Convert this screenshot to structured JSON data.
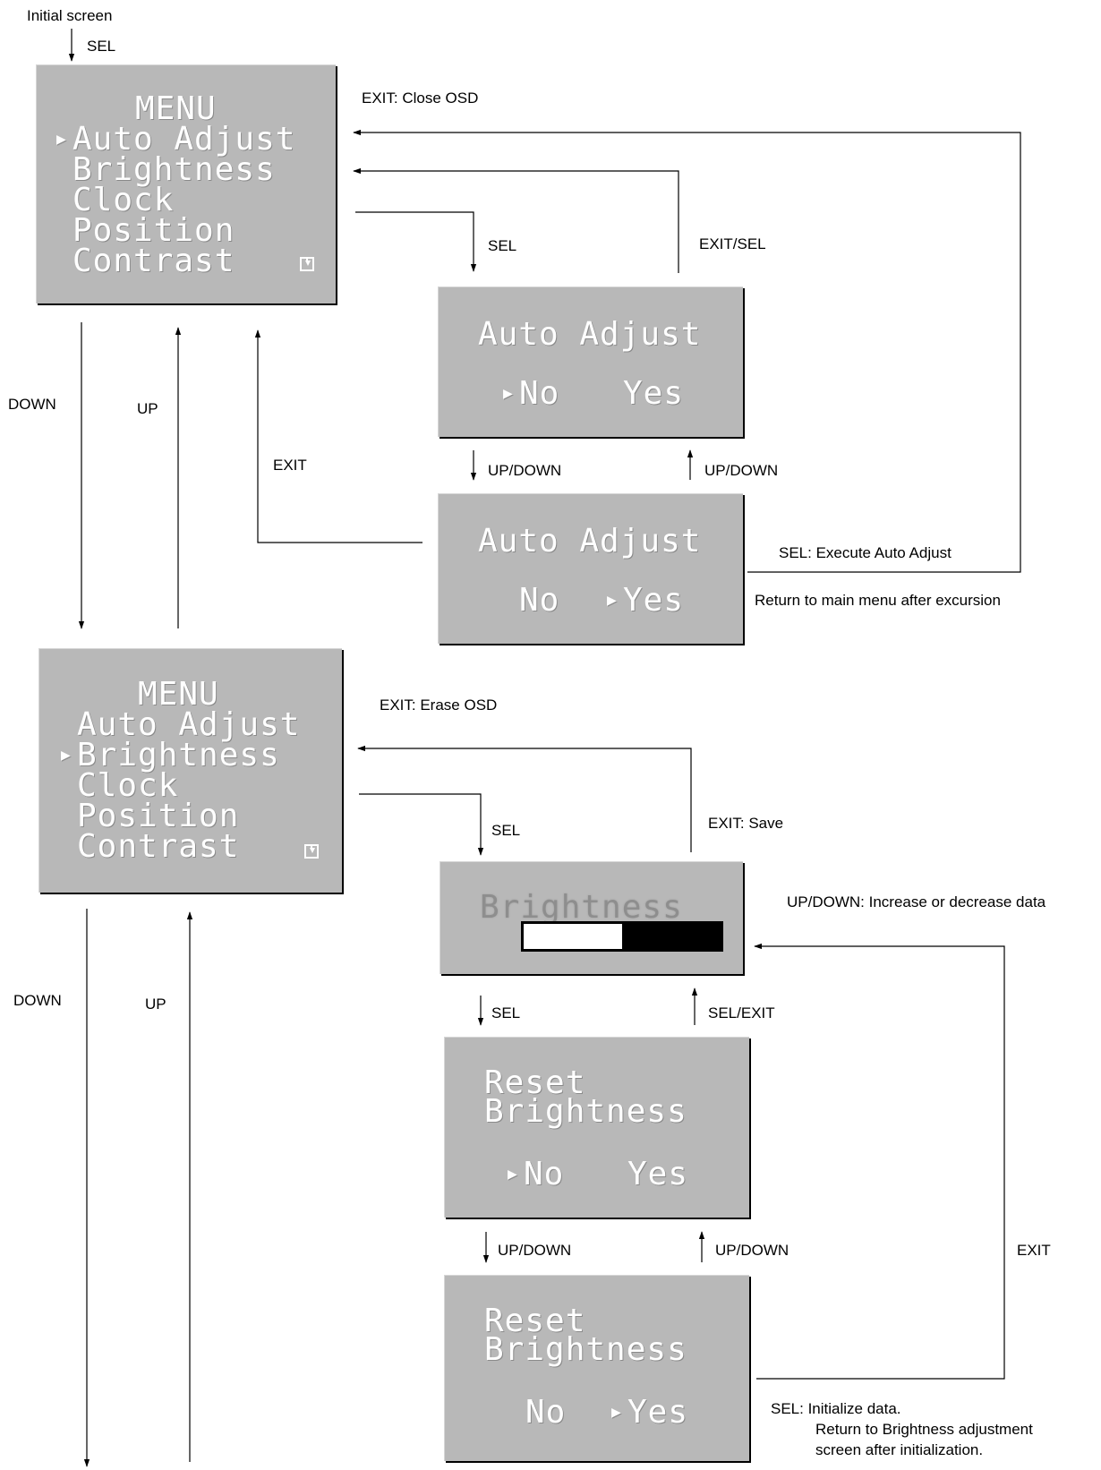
{
  "top_label": "Initial screen",
  "main_menu": {
    "title": "MENU",
    "items": [
      "Auto Adjust",
      "Brightness",
      "Clock",
      "Position",
      "Contrast"
    ]
  },
  "menu1_selected": "Auto Adjust",
  "menu2_selected": "Brightness",
  "auto_adjust_screen": {
    "title": "Auto Adjust",
    "options": [
      "No",
      "Yes"
    ]
  },
  "brightness_screen": {
    "title": "Brightness",
    "level": 0.5
  },
  "reset_screen": {
    "line1": "Reset",
    "line2": "Brightness",
    "options": [
      "No",
      "Yes"
    ]
  },
  "labels": {
    "sel": "SEL",
    "exit_close_osd": "EXIT: Close OSD",
    "exit_sel": "EXIT/SEL",
    "down": "DOWN",
    "up": "UP",
    "exit": "EXIT",
    "up_down": "UP/DOWN",
    "sel_execute": "SEL: Execute Auto Adjust",
    "return_main": "Return to main menu after excursion",
    "exit_erase_osd": "EXIT: Erase OSD",
    "exit_save": "EXIT: Save",
    "updown_increase": "UP/DOWN: Increase or decrease data",
    "sel_exit": "SEL/EXIT",
    "sel_initialize": "SEL: Initialize data.",
    "return_brightness_1": "Return to Brightness adjustment",
    "return_brightness_2": "screen after initialization."
  }
}
